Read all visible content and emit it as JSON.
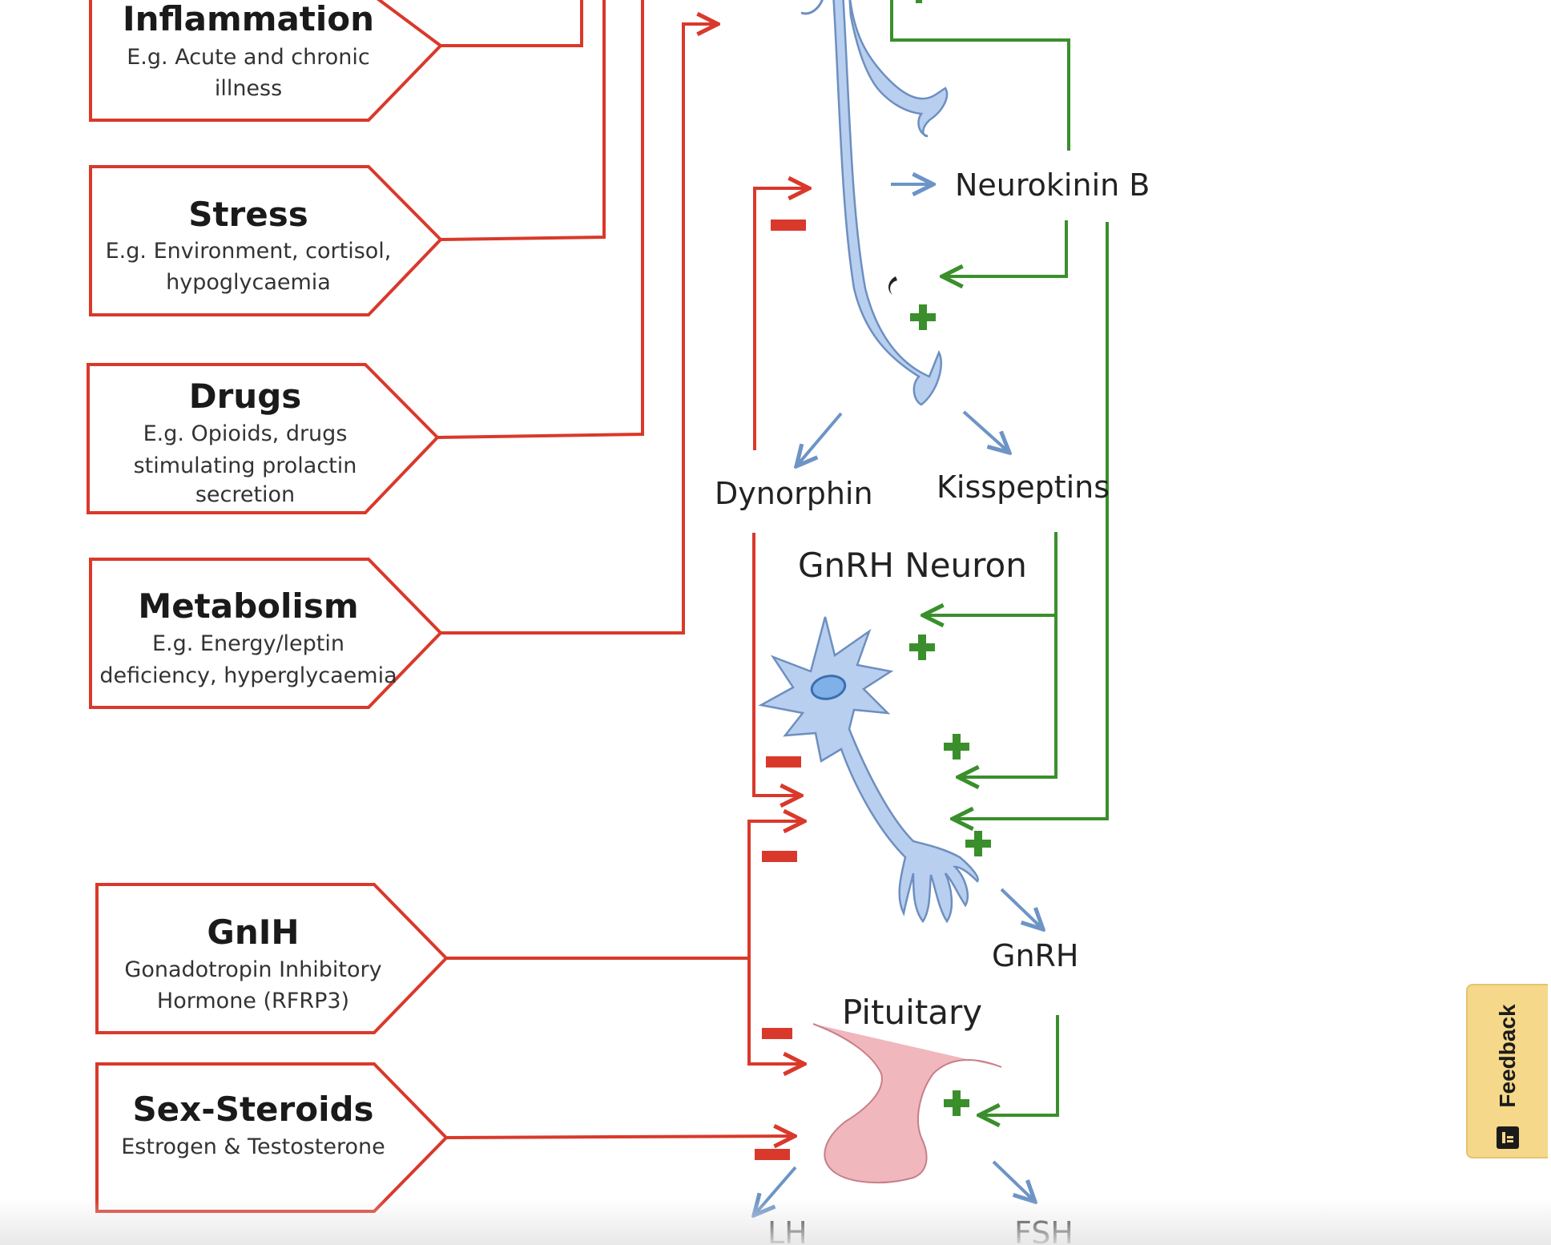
{
  "factors": [
    {
      "title": "Inflammation",
      "lines": [
        "E.g. Acute and chronic",
        "illness"
      ]
    },
    {
      "title": "Stress",
      "lines": [
        "E.g. Environment, cortisol,",
        "hypoglycaemia"
      ]
    },
    {
      "title": "Drugs",
      "lines": [
        "E.g. Opioids, drugs",
        "stimulating prolactin",
        "secretion"
      ]
    },
    {
      "title": "Metabolism",
      "lines": [
        "E.g. Energy/leptin",
        "deficiency, hyperglycaemia"
      ]
    },
    {
      "title": "GnIH",
      "lines": [
        "Gonadotropin Inhibitory",
        "Hormone (RFRP3)"
      ]
    },
    {
      "title": "Sex-Steroids",
      "lines": [
        "Estrogen & Testosterone"
      ]
    }
  ],
  "labels": {
    "neurokinin_b": "Neurokinin B",
    "dynorphin": "Dynorphin",
    "kisspeptins": "Kisspeptins",
    "gnrh_neuron": "GnRH Neuron",
    "gnrh": "GnRH",
    "pituitary": "Pituitary",
    "lh": "LH",
    "fsh": "FSH"
  },
  "feedback": {
    "label": "Feedback",
    "icon": "feedback-icon"
  },
  "colors": {
    "inhibitory": "#d9392b",
    "stimulatory": "#3a8f2c",
    "secretion": "#6d94c6",
    "pituitary": "#f0b7bd"
  }
}
